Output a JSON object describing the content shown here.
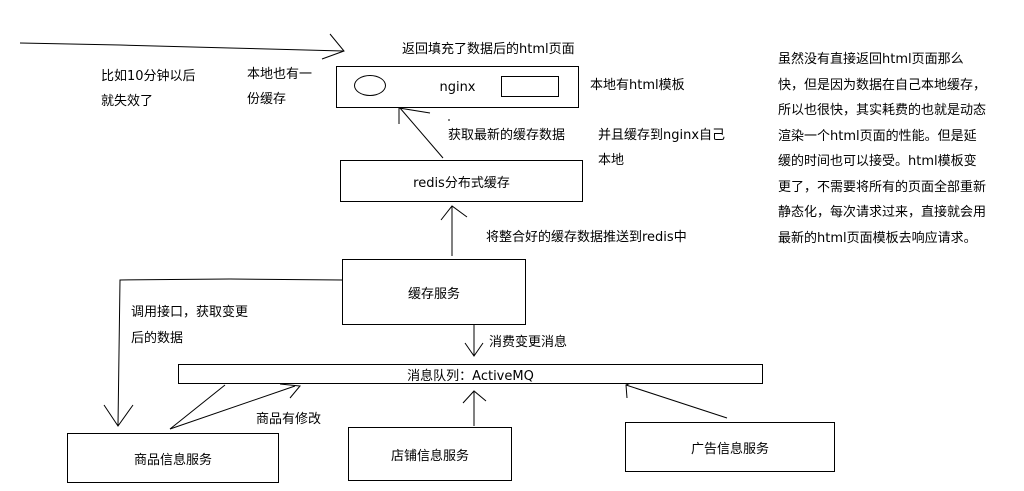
{
  "diagram": {
    "nodes": {
      "nginx": "nginx",
      "redis": "redis分布式缓存",
      "cache_service": "缓存服务",
      "mq": "消息队列：ActiveMQ",
      "product_service": "商品信息服务",
      "shop_service": "店铺信息服务",
      "ad_service": "广告信息服务"
    },
    "labels": {
      "return_html": "返回填充了数据后的html页面",
      "local_template": "本地有html模板",
      "local_cache_line1": "本地也有一",
      "local_cache_line2": "份缓存",
      "expire_line1": "比如10分钟以后",
      "expire_line2": "就失效了",
      "fetch_latest": "获取最新的缓存数据",
      "store_local_line1": "并且缓存到nginx自己",
      "store_local_line2": "本地",
      "push_redis": "将整合好的缓存数据推送到redis中",
      "call_api_line1": "调用接口，获取变更",
      "call_api_line2": "后的数据",
      "consume_msg": "消费变更消息",
      "product_modified": "商品有修改"
    },
    "note_lines": [
      "虽然没有直接返回html页面那么",
      "快，但是因为数据在自己本地缓存，",
      "所以也很快，其实耗费的也就是动态",
      "渲染一个html页面的性能。但是延",
      "缓的时间也可以接受。html模板变",
      "更了，不需要将所有的页面全部重新",
      "静态化，每次请求过来，直接就会用",
      "最新的html页面模板去响应请求。"
    ]
  }
}
